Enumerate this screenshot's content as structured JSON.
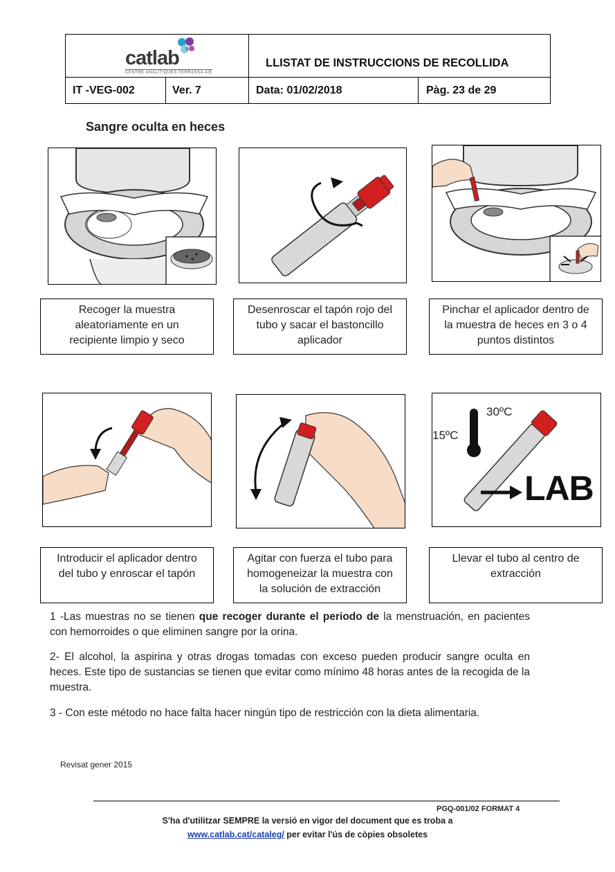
{
  "header": {
    "logo_text": "catlab",
    "logo_sub": "CENTRE ANALÍTIQUES TERRASSA AIE",
    "logo_reg": "®",
    "title": "LLISTAT DE INSTRUCCIONS DE RECOLLIDA",
    "code": "IT -VEG-002",
    "version": "Ver. 7",
    "date": "Data: 01/02/2018",
    "page": "Pàg. 23 de 29"
  },
  "section_title": "Sangre oculta en heces",
  "steps": [
    {
      "icon": "toilet-sample-container-icon",
      "lines": [
        "Recoger la muestra",
        "aleatoriamente en un",
        "recipiente limpio y seco"
      ]
    },
    {
      "icon": "unscrew-tube-icon",
      "lines": [
        "Desenroscar el tapón rojo del",
        "tubo y sacar el bastoncillo",
        "aplicador"
      ]
    },
    {
      "icon": "prick-sample-icon",
      "lines": [
        "Pinchar el aplicador dentro de",
        "la muestra de heces en 3 o 4",
        "puntos distintos"
      ]
    },
    {
      "icon": "insert-applicator-icon",
      "lines": [
        "Introducir el aplicador dentro",
        "del tubo y enroscar el tapón"
      ]
    },
    {
      "icon": "shake-tube-icon",
      "lines": [
        "Agitar con fuerza el tubo para",
        "homogeneizar la muestra con",
        "la solución de extracción"
      ]
    },
    {
      "icon": "tube-to-lab-icon",
      "lines": [
        "Llevar el tubo al centro de",
        "extracción"
      ]
    }
  ],
  "lab_graphic": {
    "temp_high": "30ºC",
    "temp_low": "15ºC",
    "label": "LAB"
  },
  "notes": {
    "n1_pre": "1 -Las muestras no se tienen ",
    "n1_bold": "que recoger durante el periodo de",
    "n1_post": "  la menstruación, en pacientes con hemorroides o que eliminen sangre por la orina.",
    "n2": "2- El alcohol, la aspirina y otras drogas tomadas con exceso pueden producir sangre oculta en heces. Este tipo de sustancias se tienen que evitar como mínimo 48 horas antes de la recogida de la muestra.",
    "n3": "3 - Con este método no hace falta hacer ningún tipo de restricción con la dieta alimentaria."
  },
  "revisat": "Revisat gener 2015",
  "footer": {
    "code": "PGQ-001/02 FORMAT 4",
    "line1": "S'ha d'utilitzar SEMPRE la versió en vigor del document que es troba a",
    "link": "www.catlab.cat/cataleg/",
    "line2_post": " per evitar l'ús de còpies obsoletes"
  },
  "colors": {
    "cap_red": "#d21f1f",
    "tube_grey": "#d8d8d8",
    "skin": "#f7dcc8",
    "link": "#1a3fb5"
  }
}
